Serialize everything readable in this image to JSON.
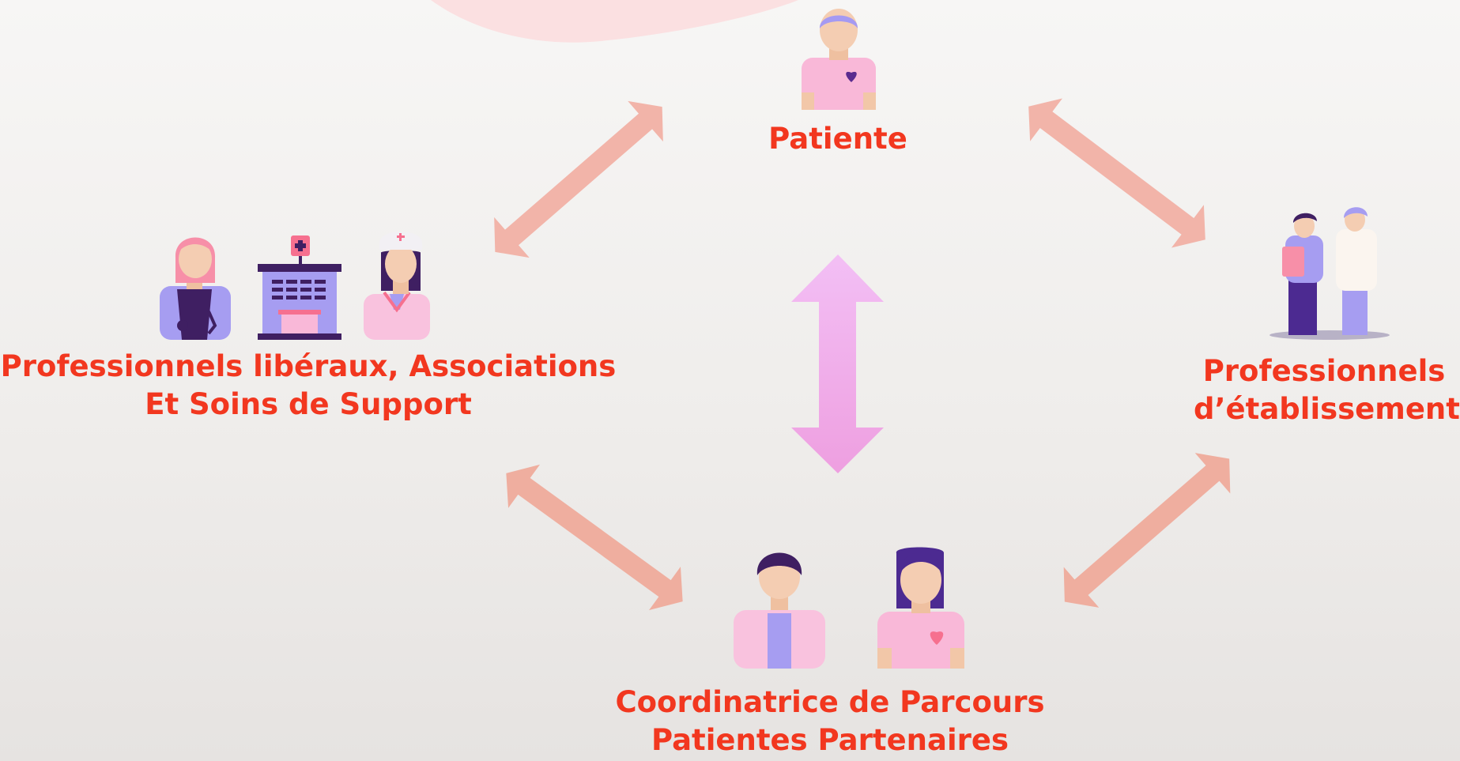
{
  "nodes": {
    "patient": {
      "label": "Patiente",
      "icon": "patient-heart-icon"
    },
    "liberal": {
      "lines": [
        "Professionnels libéraux, Associations",
        "Et Soins de Support"
      ],
      "icons": [
        "female-doctor-icon",
        "hospital-building-icon",
        "nurse-icon"
      ]
    },
    "etablissement": {
      "lines": [
        "Professionnels",
        "d’établissement"
      ],
      "icon": "doctors-team-icon"
    },
    "coordination": {
      "lines": [
        "Coordinatrice de Parcours",
        "Patientes Partenaires"
      ],
      "icons": [
        "coordinator-icon",
        "partner-patient-icon"
      ]
    }
  },
  "colors": {
    "label": "#f2371f",
    "arrow_outer": "#f0b1a6",
    "arrow_center": "#f3bdf2",
    "blob": "#fbdfe0"
  }
}
